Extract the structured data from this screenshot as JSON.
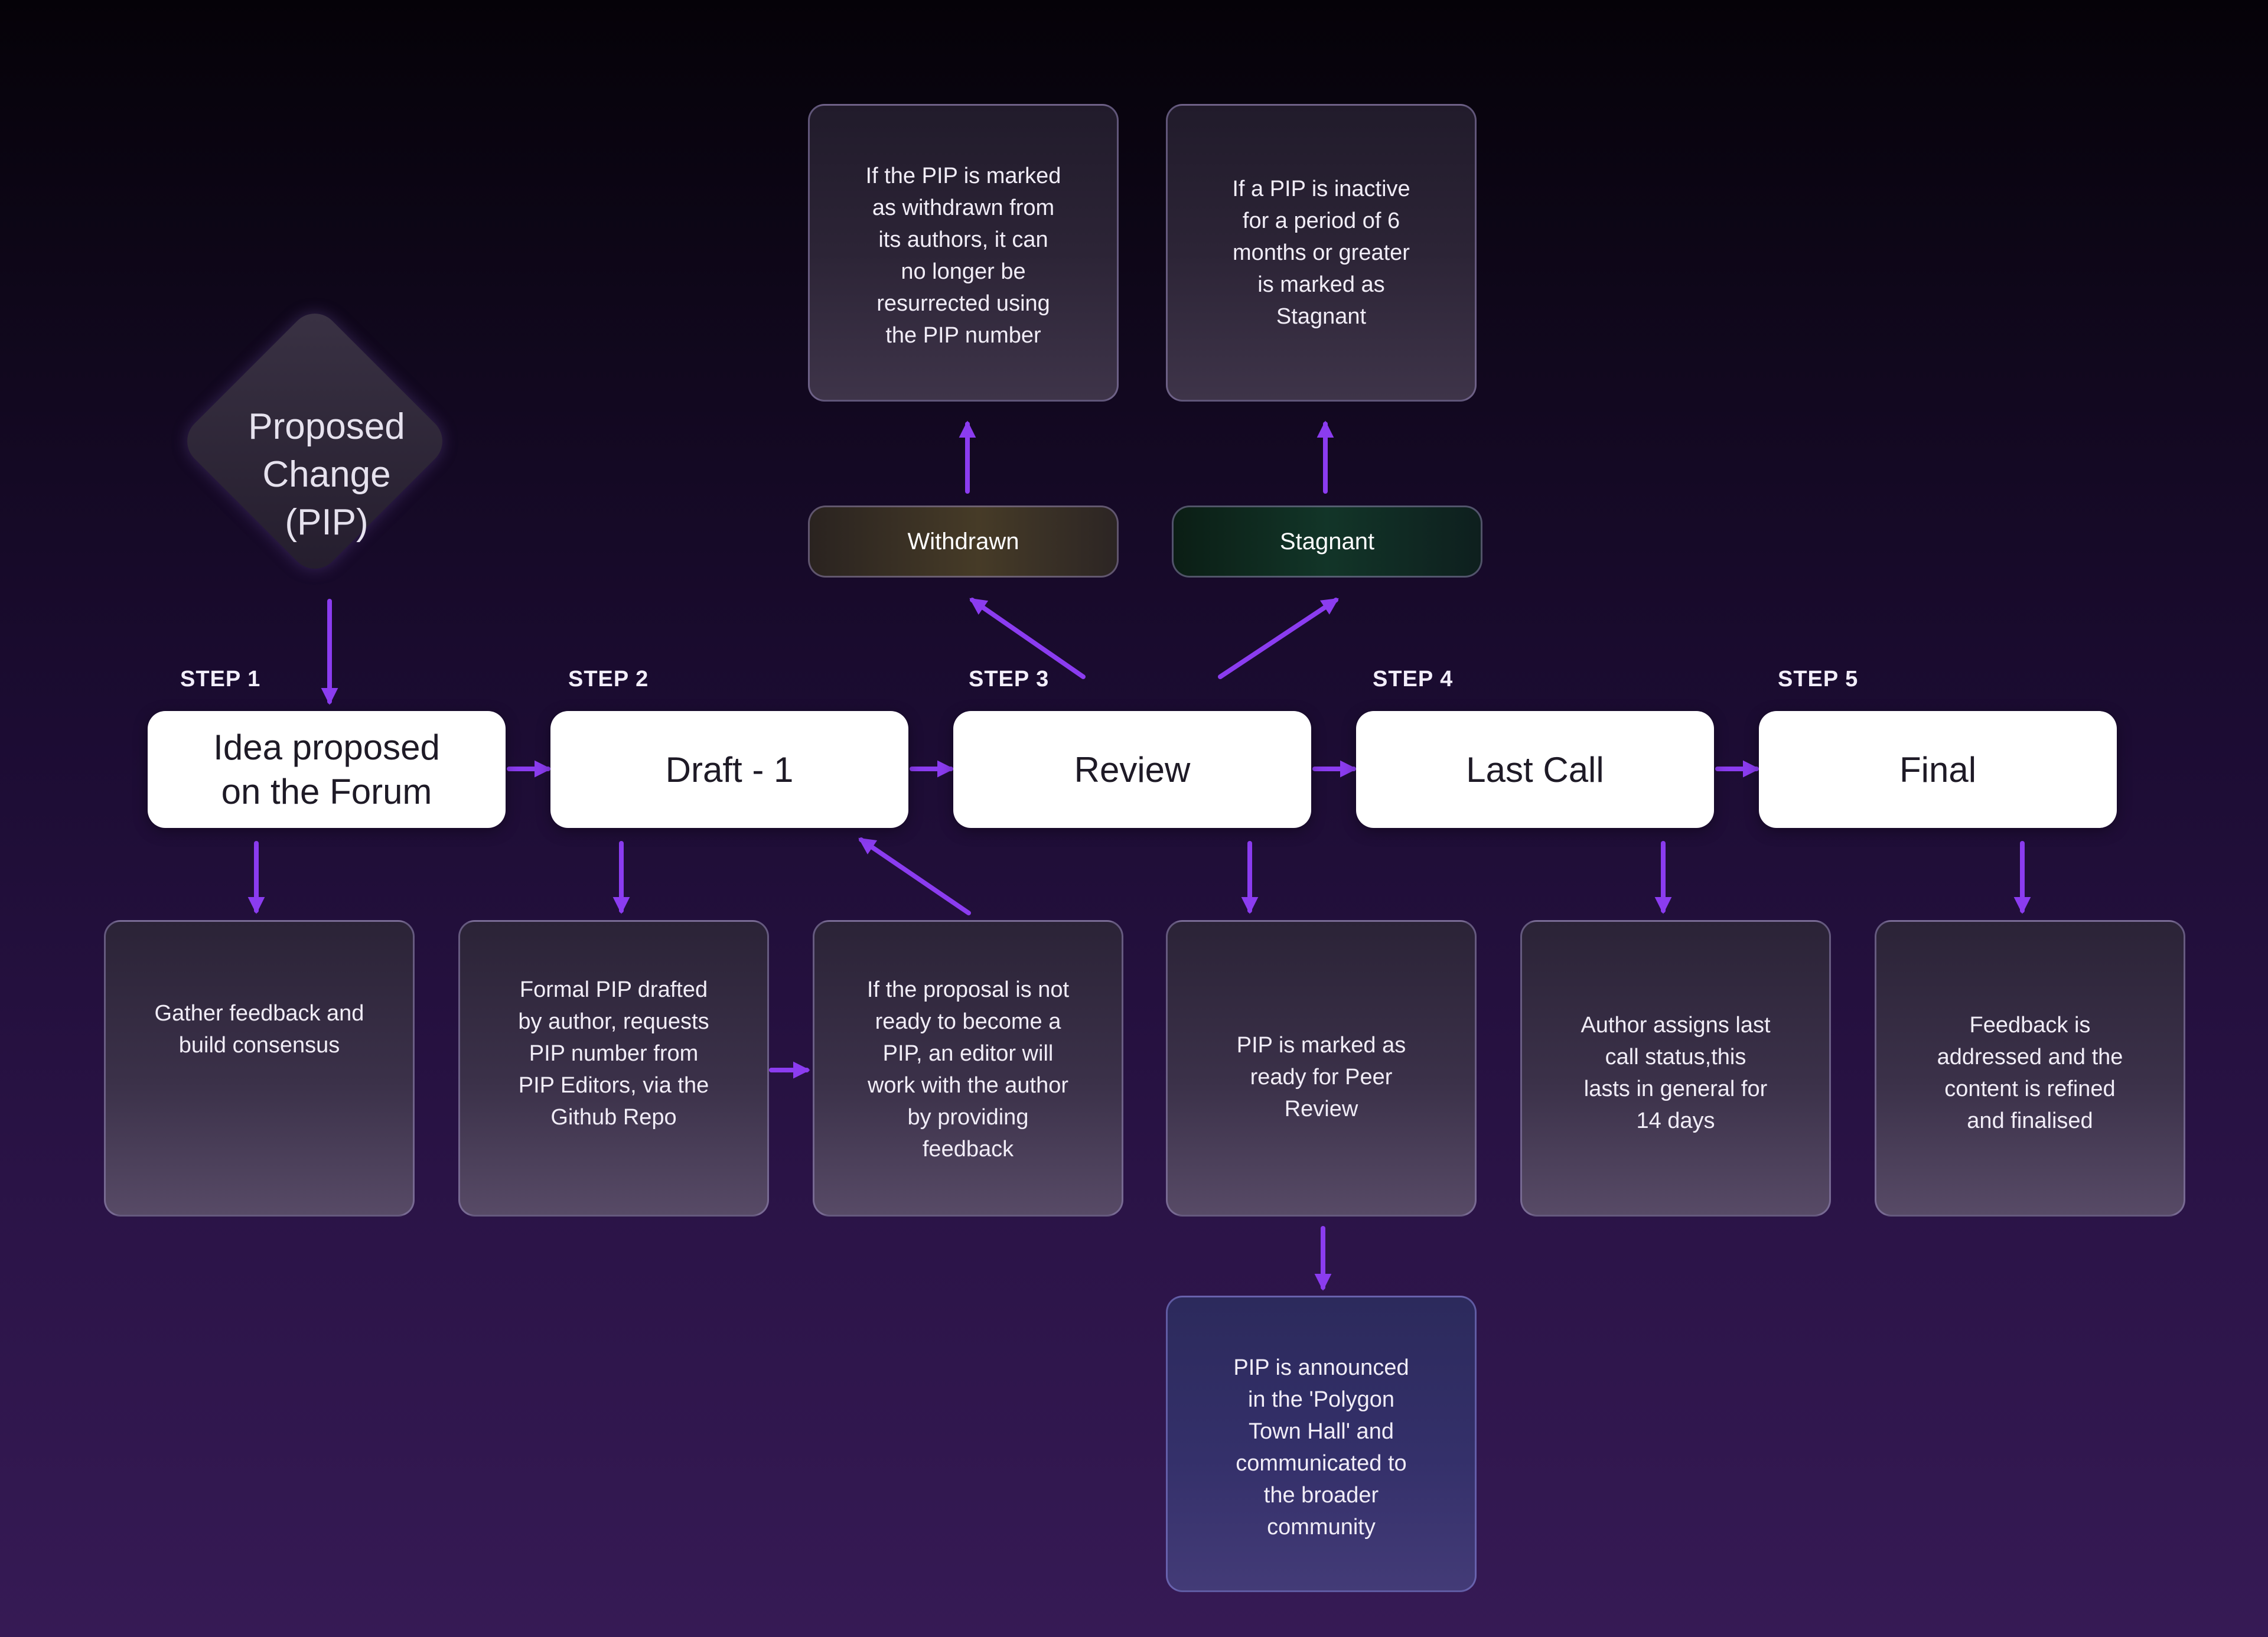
{
  "proposal": {
    "label": "Proposed\nChange\n(PIP)"
  },
  "steps": [
    {
      "step_label": "STEP 1",
      "title": "Idea proposed\non the Forum",
      "description": "Gather feedback and\nbuild consensus"
    },
    {
      "step_label": "STEP 2",
      "title": "Draft - 1",
      "description": "Formal PIP drafted\nby author, requests\nPIP number from\nPIP Editors, via the\nGithub Repo"
    },
    {
      "step_label": "STEP 3",
      "title": "Review",
      "description": "PIP is marked as\nready for Peer\nReview"
    },
    {
      "step_label": "STEP 4",
      "title": "Last Call",
      "description": "Author assigns last\ncall status,this\nlasts in general  for\n14 days"
    },
    {
      "step_label": "STEP 5",
      "title": "Final",
      "description": "Feedback is\naddressed and the\ncontent is refined\nand finalised"
    }
  ],
  "editor_feedback": {
    "text": "If the proposal is not\nready to become a\nPIP, an editor will\nwork with the author\nby providing\nfeedback"
  },
  "withdrawn": {
    "label": "Withdrawn",
    "note": "If the PIP is marked\nas withdrawn from\nits authors, it can\nno longer be\nresurrected using\nthe PIP number"
  },
  "stagnant": {
    "label": "Stagnant",
    "note": "If a PIP is inactive\nfor a period of 6\nmonths or greater\nis marked as\nStagnant"
  },
  "announcement": {
    "text": "PIP is announced\nin the 'Polygon\nTown Hall' and\ncommunicated to\nthe broader\ncommunity"
  },
  "colors": {
    "arrow": "#8b3cf0",
    "background_top": "#050208",
    "background_bottom": "#361a55",
    "step_box": "#ffffff"
  }
}
